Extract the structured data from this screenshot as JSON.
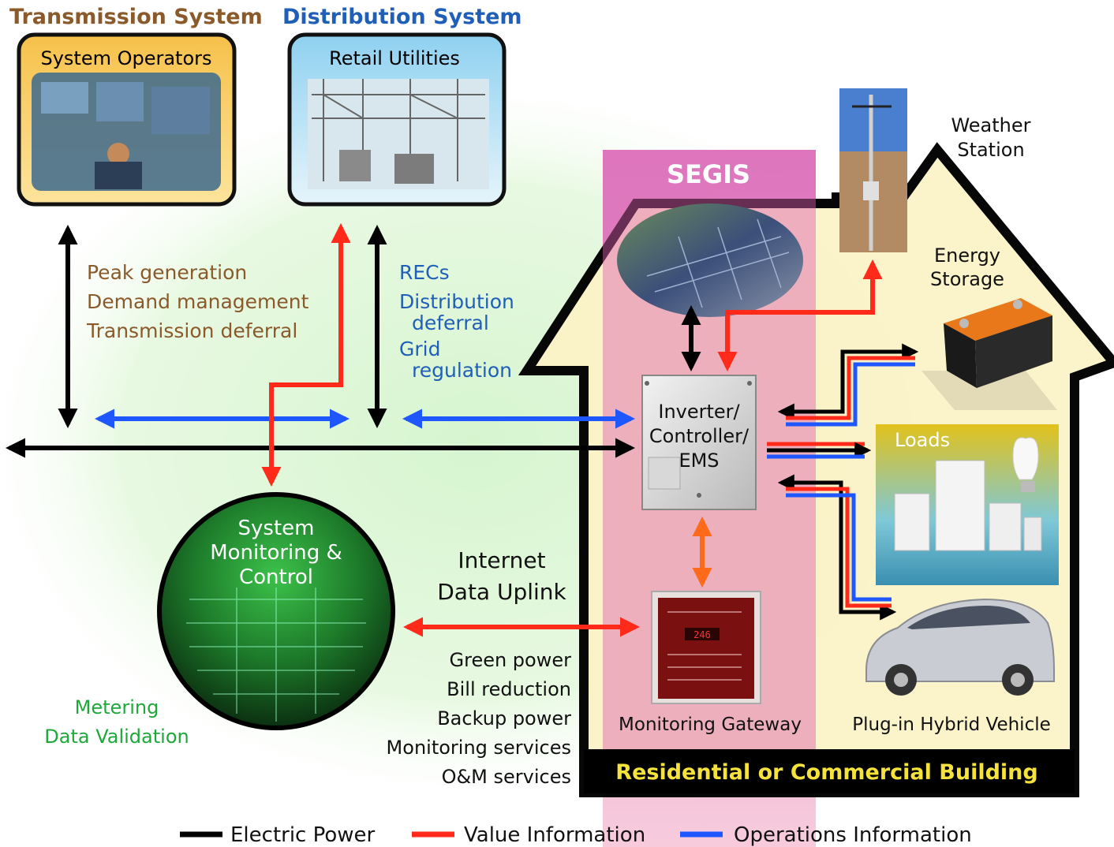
{
  "transmission": {
    "header": "Transmission System",
    "box_title": "System Operators",
    "benefits": [
      "Peak generation",
      "Demand management",
      "Transmission deferral"
    ]
  },
  "distribution": {
    "header": "Distribution System",
    "box_title": "Retail Utilities",
    "benefits": [
      "RECs",
      "Distribution",
      "deferral",
      "Grid",
      "regulation"
    ]
  },
  "segis": {
    "label": "SEGIS"
  },
  "inverter": {
    "lines": [
      "Inverter/",
      "Controller/",
      "EMS"
    ]
  },
  "weather_station": {
    "lines": [
      "Weather",
      "Station"
    ]
  },
  "energy_storage": {
    "lines": [
      "Energy",
      "Storage"
    ]
  },
  "loads": {
    "label": "Loads"
  },
  "monitoring_control": {
    "lines": [
      "System",
      "Monitoring &",
      "Control"
    ]
  },
  "metering": {
    "lines": [
      "Metering",
      "Data Validation"
    ]
  },
  "internet": {
    "lines": [
      "Internet",
      "Data Uplink"
    ],
    "services": [
      "Green power",
      "Bill reduction",
      "Backup power",
      "Monitoring services",
      "O&M services"
    ]
  },
  "monitoring_gateway": {
    "label": "Monitoring Gateway"
  },
  "phev": {
    "label": "Plug-in Hybrid Vehicle"
  },
  "building": {
    "banner": "Residential or Commercial Building"
  },
  "legend": [
    {
      "label": "Electric Power",
      "color": "#000000"
    },
    {
      "label": "Value Information",
      "color": "#ff2a1a"
    },
    {
      "label": "Operations Information",
      "color": "#1e56ff"
    }
  ],
  "colors": {
    "electric_power": "#000000",
    "value_information": "#ff2a1a",
    "operations_information": "#1e56ff",
    "segis_band": "#e878c0",
    "building_fill": "#fbf3c8",
    "transmission_header": "#8a5a2b",
    "distribution_header": "#1f5fb8",
    "banner_text": "#f5e23a"
  }
}
